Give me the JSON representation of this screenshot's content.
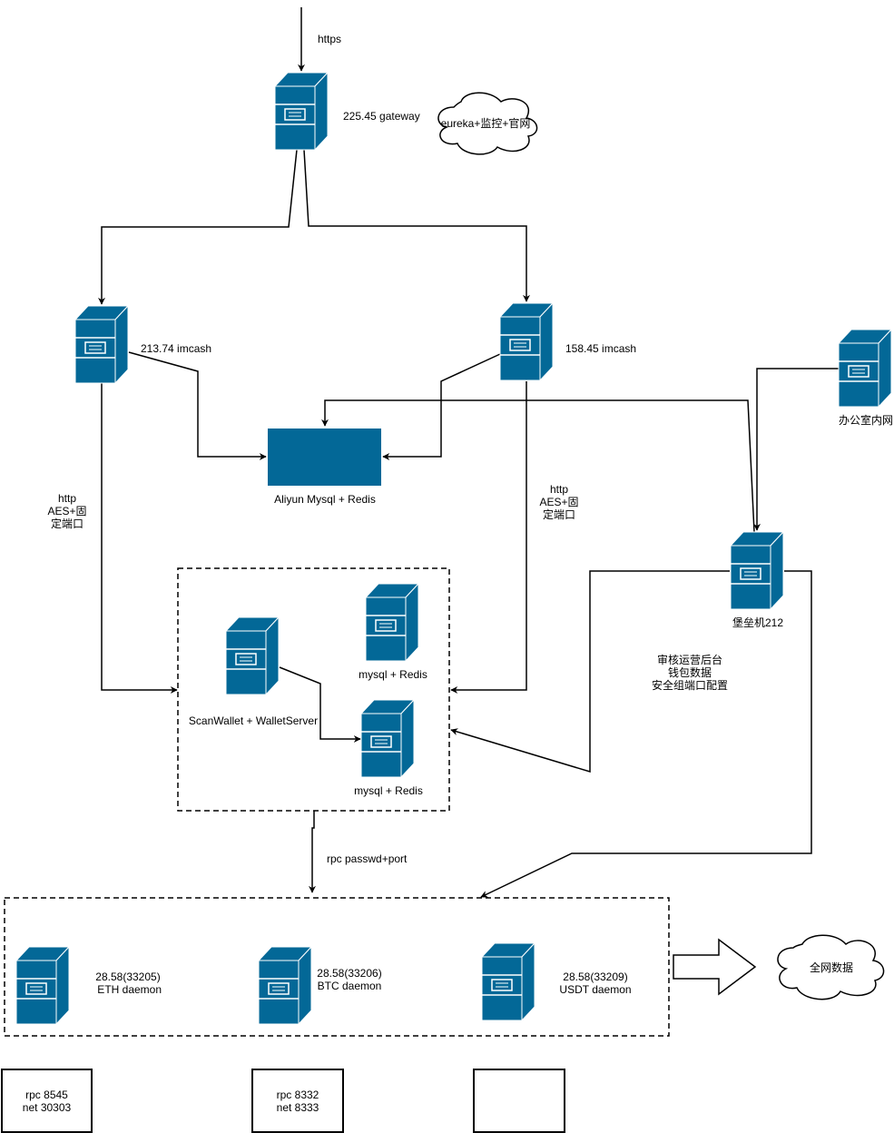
{
  "labels": {
    "https": "https",
    "gateway": "225.45 gateway",
    "cloud_top": "eureka+监控+官网",
    "imcash_left": "213.74 imcash",
    "imcash_right": "158.45 imcash",
    "office": "办公室内网",
    "aliyun": "Aliyun Mysql + Redis",
    "http_left": "http\nAES+固\n定端口",
    "http_right": "http\nAES+固\n定端口",
    "bastion": "堡垒机212",
    "bastion_note": "审核运营后台\n钱包数据\n安全组端口配置",
    "mysql1": "mysql + Redis",
    "scanwallet": "ScanWallet + WalletServer",
    "mysql2": "mysql + Redis",
    "rpc": "rpc passwd+port",
    "eth": "28.58(33205)\n ETH daemon",
    "btc": "28.58(33206)\nBTC daemon",
    "usdt": "28.58(33209)\nUSDT daemon",
    "cloud_bottom": "全网数据",
    "port_eth": "rpc 8545\nnet 30303",
    "port_btc": "rpc 8332\nnet 8333",
    "port_usdt": ""
  },
  "colors": {
    "server": "#036897",
    "line": "#000000"
  }
}
